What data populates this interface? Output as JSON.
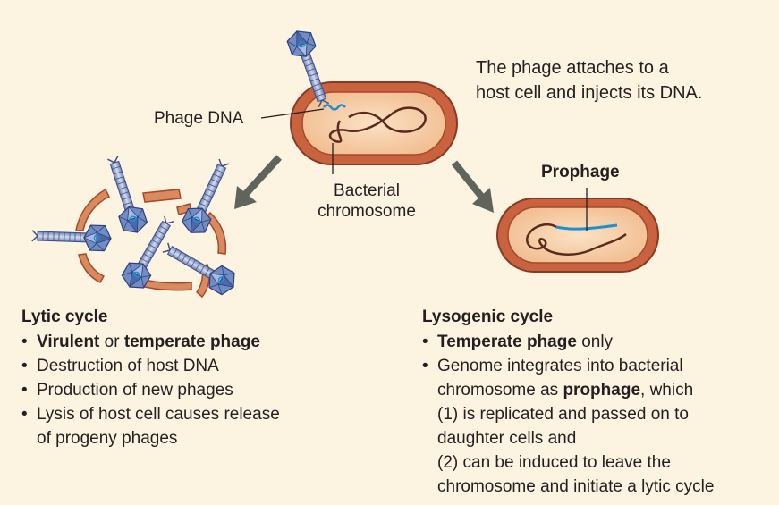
{
  "attach_caption": [
    "The phage attaches to a",
    "host cell and injects its DNA."
  ],
  "phage_dna_label": "Phage DNA",
  "bacterial_chromosome_label": [
    "Bacterial",
    "chromosome"
  ],
  "prophage_label": "Prophage",
  "lytic": {
    "title": "Lytic cycle",
    "b1_part1": "Virulent",
    "b1_part2": " or ",
    "b1_part3": "temperate phage",
    "b2": "Destruction of host DNA",
    "b3": "Production of new phages",
    "b4_line1": "Lysis of host cell causes release",
    "b4_line2": "of progeny phages"
  },
  "lysogenic": {
    "title": "Lysogenic cycle",
    "b1_part1": "Temperate phage",
    "b1_part2": " only",
    "b2_line1": "Genome integrates into bacterial",
    "b2_line2_part1": "chromosome as ",
    "b2_line2_part2": "prophage",
    "b2_line2_part3": ", which",
    "b2_line3": "(1) is replicated and passed on to",
    "b2_line4": "daughter cells and",
    "b2_line5": "(2) can be induced to leave the",
    "b2_line6": "chromosome and initiate a lytic cycle"
  },
  "colors": {
    "background": "#fdf3e1",
    "cell_wall": "#c9623e",
    "cell_inner": "#f6cfa8",
    "chromosome": "#5a2a1e",
    "phage_dna": "#1f8fd0",
    "phage_head": "#5a7ab8",
    "phage_tail": "#8fa4cf",
    "arrow": "#5f645d",
    "pointer": "#231f20"
  }
}
